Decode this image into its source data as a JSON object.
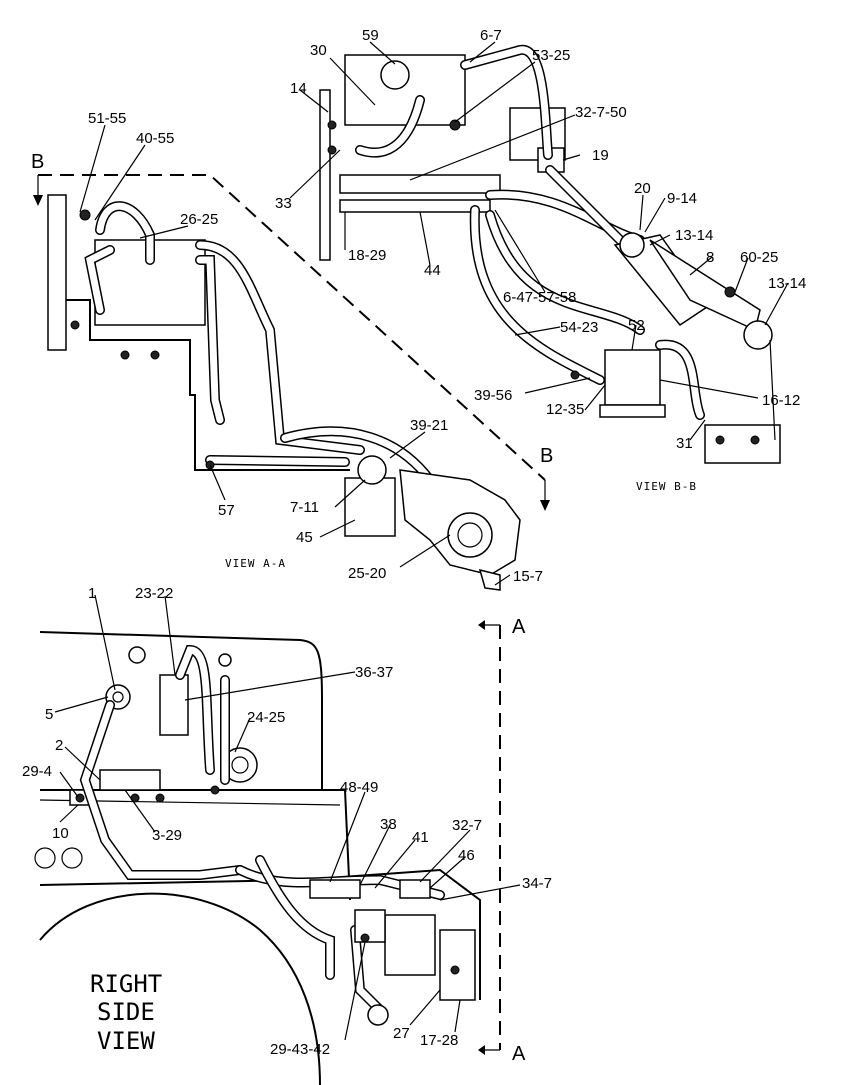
{
  "view_a": {
    "caption": "VIEW A-A",
    "callouts": [
      "51-55",
      "40-55",
      "26-25",
      "39-21",
      "7-11",
      "57",
      "45",
      "25-20",
      "15-7"
    ]
  },
  "view_b": {
    "caption": "VIEW B-B",
    "callouts": [
      "59",
      "30",
      "6-7",
      "53-25",
      "14",
      "32-7-50",
      "19",
      "33",
      "18-29",
      "44",
      "20",
      "9-14",
      "13-14",
      "8",
      "60-25",
      "13-14",
      "6-47-57-58",
      "54-23",
      "52",
      "39-56",
      "16-12",
      "12-35",
      "31"
    ]
  },
  "right_side": {
    "caption_line1": "RIGHT",
    "caption_line2": "SIDE",
    "caption_line3": "VIEW",
    "callouts": [
      "1",
      "23-22",
      "36-37",
      "5",
      "24-25",
      "2",
      "29-4",
      "10",
      "3-29",
      "48-49",
      "38",
      "41",
      "32-7",
      "46",
      "34-7",
      "29-43-42",
      "27",
      "17-28"
    ]
  },
  "section_markers": {
    "b_top": "B",
    "b_bottom": "B",
    "a_top": "A",
    "a_bottom": "A"
  }
}
